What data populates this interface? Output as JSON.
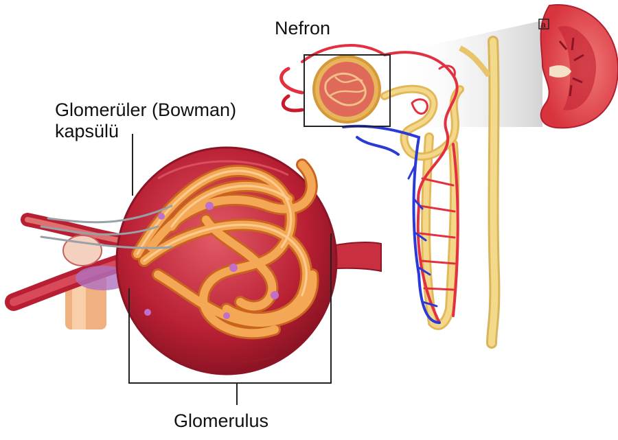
{
  "labels": {
    "nephron": "Nefron",
    "capsule_line1": "Glomerüler (Bowman)",
    "capsule_line2": "kapsülü",
    "glomerulus": "Glomerulus"
  },
  "kidney_marker": "a",
  "colors": {
    "capsule": "#b81f33",
    "capsule_light": "#d84a5a",
    "capillary": "#f0a050",
    "capillary_dark": "#c86420",
    "artery": "#e23040",
    "vein": "#2a3ad8",
    "tubule": "#f2d27a",
    "collecting_duct": "#f0cf78",
    "kidney_cortex": "#e8454f",
    "kidney_pelvis": "#f4e2c8",
    "leader_line": "#222222"
  }
}
